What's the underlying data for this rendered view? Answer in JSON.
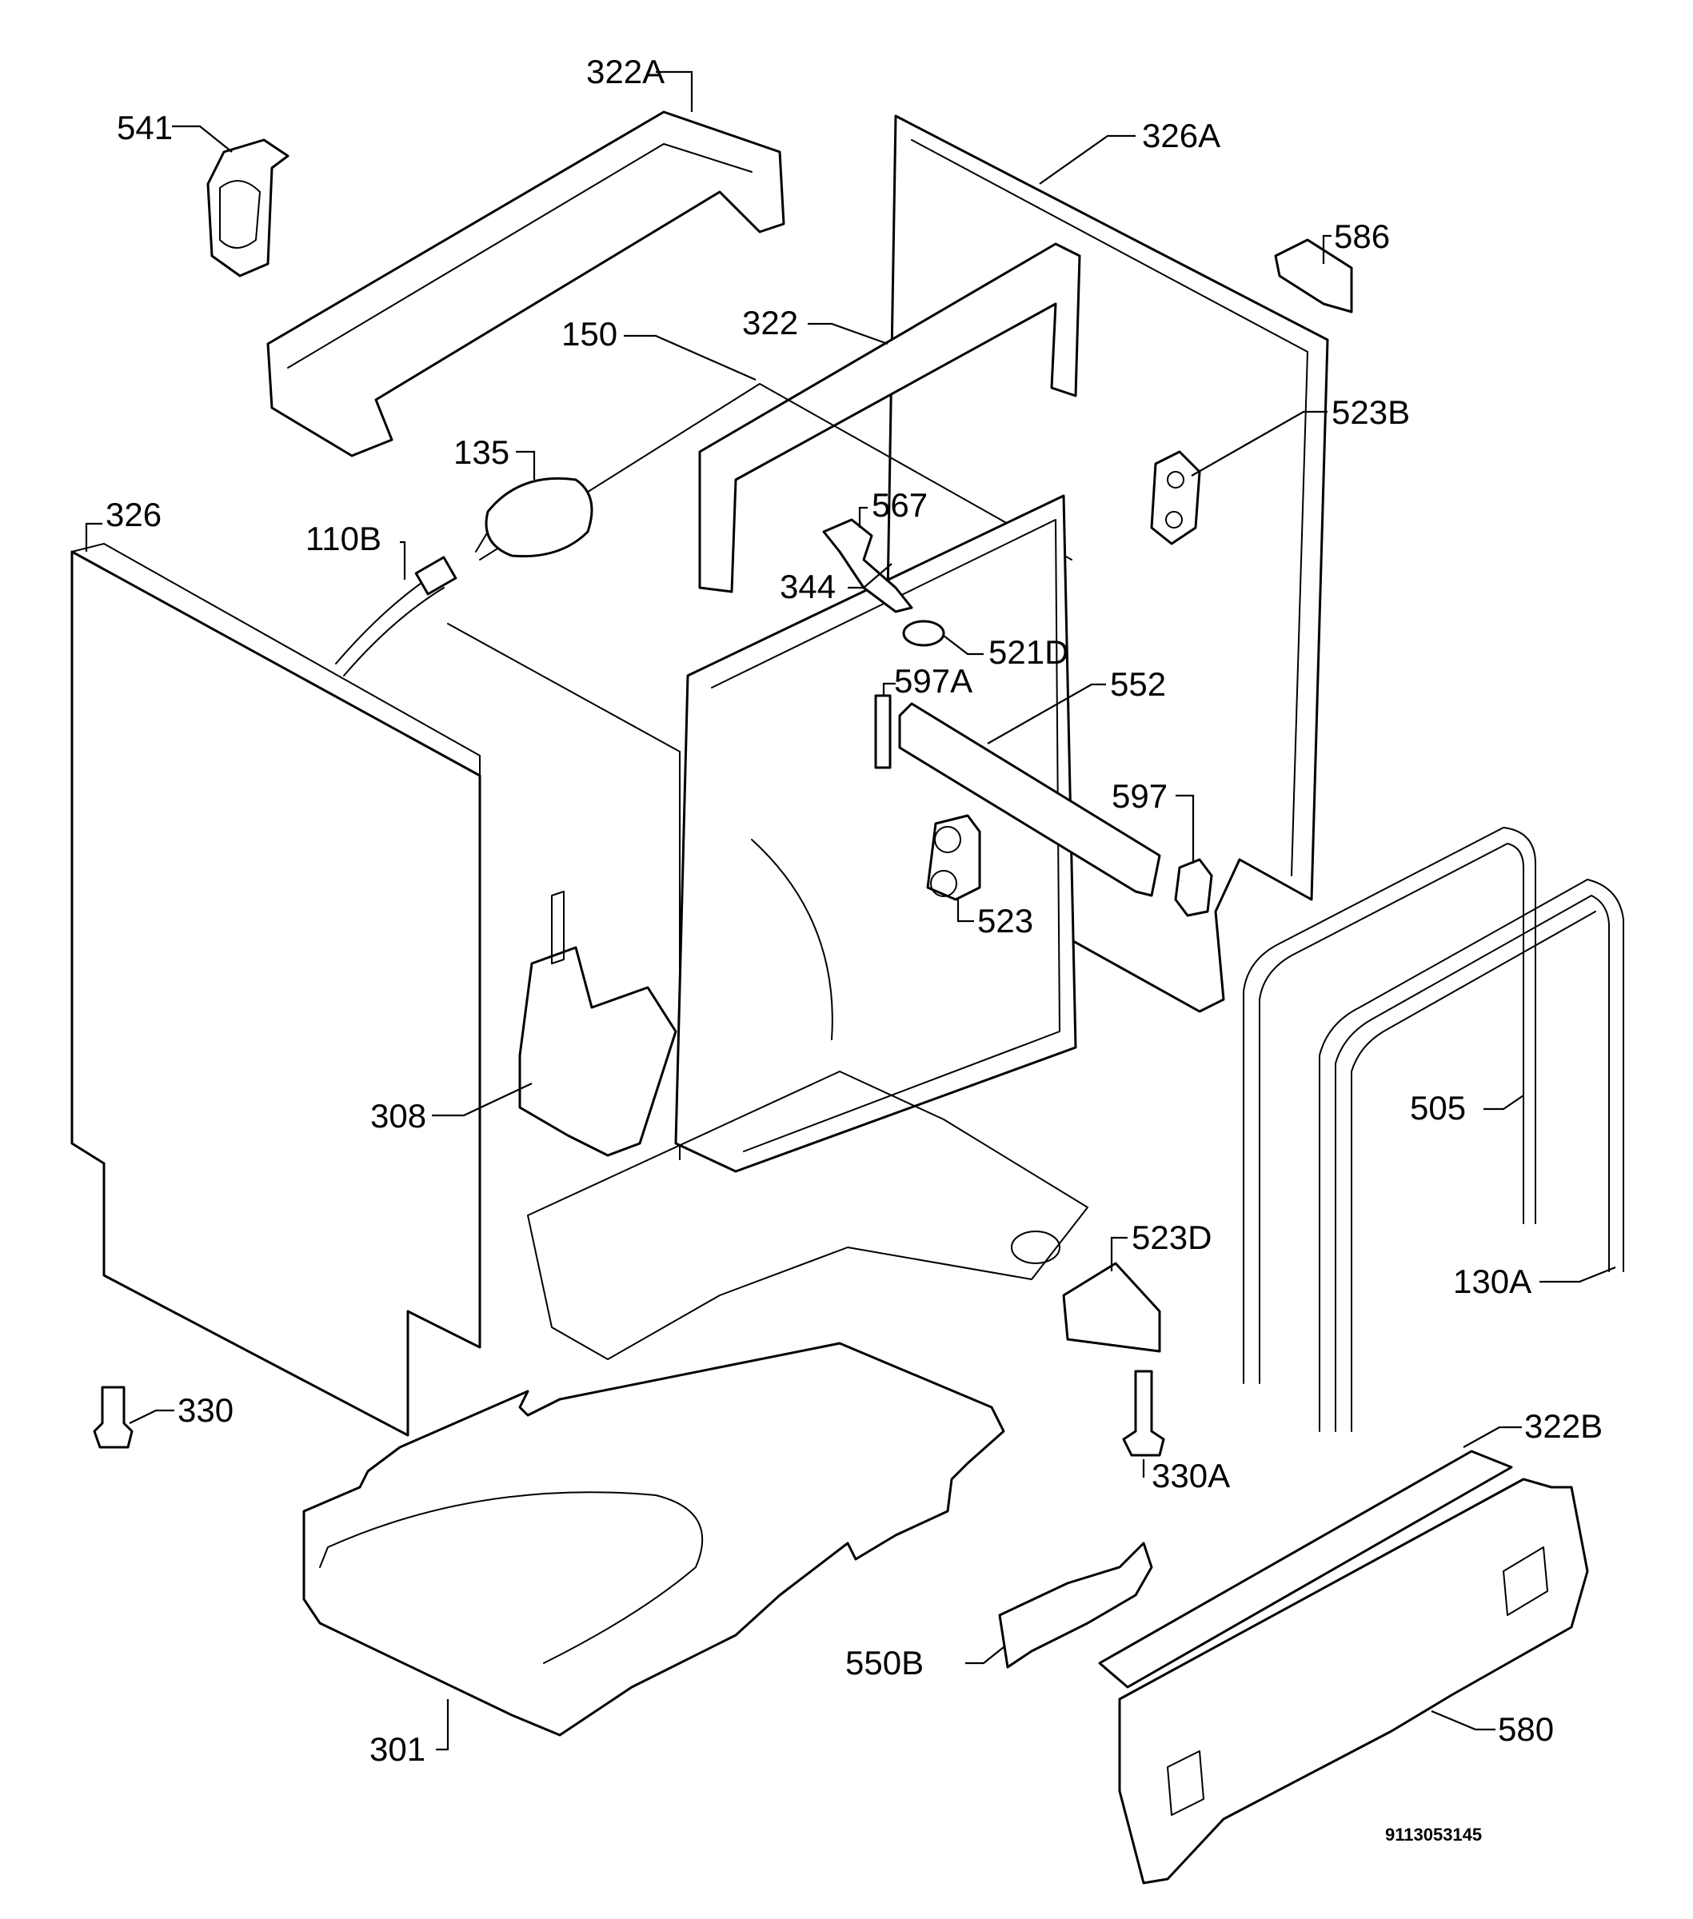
{
  "labels": [
    {
      "id": "541",
      "text": "541"
    },
    {
      "id": "322A",
      "text": "322A"
    },
    {
      "id": "326A",
      "text": "326A"
    },
    {
      "id": "586",
      "text": "586"
    },
    {
      "id": "150",
      "text": "150"
    },
    {
      "id": "322",
      "text": "322"
    },
    {
      "id": "523B",
      "text": "523B"
    },
    {
      "id": "135",
      "text": "135"
    },
    {
      "id": "326",
      "text": "326"
    },
    {
      "id": "110B",
      "text": "110B"
    },
    {
      "id": "567",
      "text": "567"
    },
    {
      "id": "344",
      "text": "344"
    },
    {
      "id": "521D",
      "text": "521D"
    },
    {
      "id": "597A",
      "text": "597A"
    },
    {
      "id": "552",
      "text": "552"
    },
    {
      "id": "597",
      "text": "597"
    },
    {
      "id": "523",
      "text": "523"
    },
    {
      "id": "308",
      "text": "308"
    },
    {
      "id": "505",
      "text": "505"
    },
    {
      "id": "523D",
      "text": "523D"
    },
    {
      "id": "130A",
      "text": "130A"
    },
    {
      "id": "330",
      "text": "330"
    },
    {
      "id": "330A",
      "text": "330A"
    },
    {
      "id": "322B",
      "text": "322B"
    },
    {
      "id": "550B",
      "text": "550B"
    },
    {
      "id": "580",
      "text": "580"
    },
    {
      "id": "301",
      "text": "301"
    }
  ],
  "drawing_code": "9113053145"
}
